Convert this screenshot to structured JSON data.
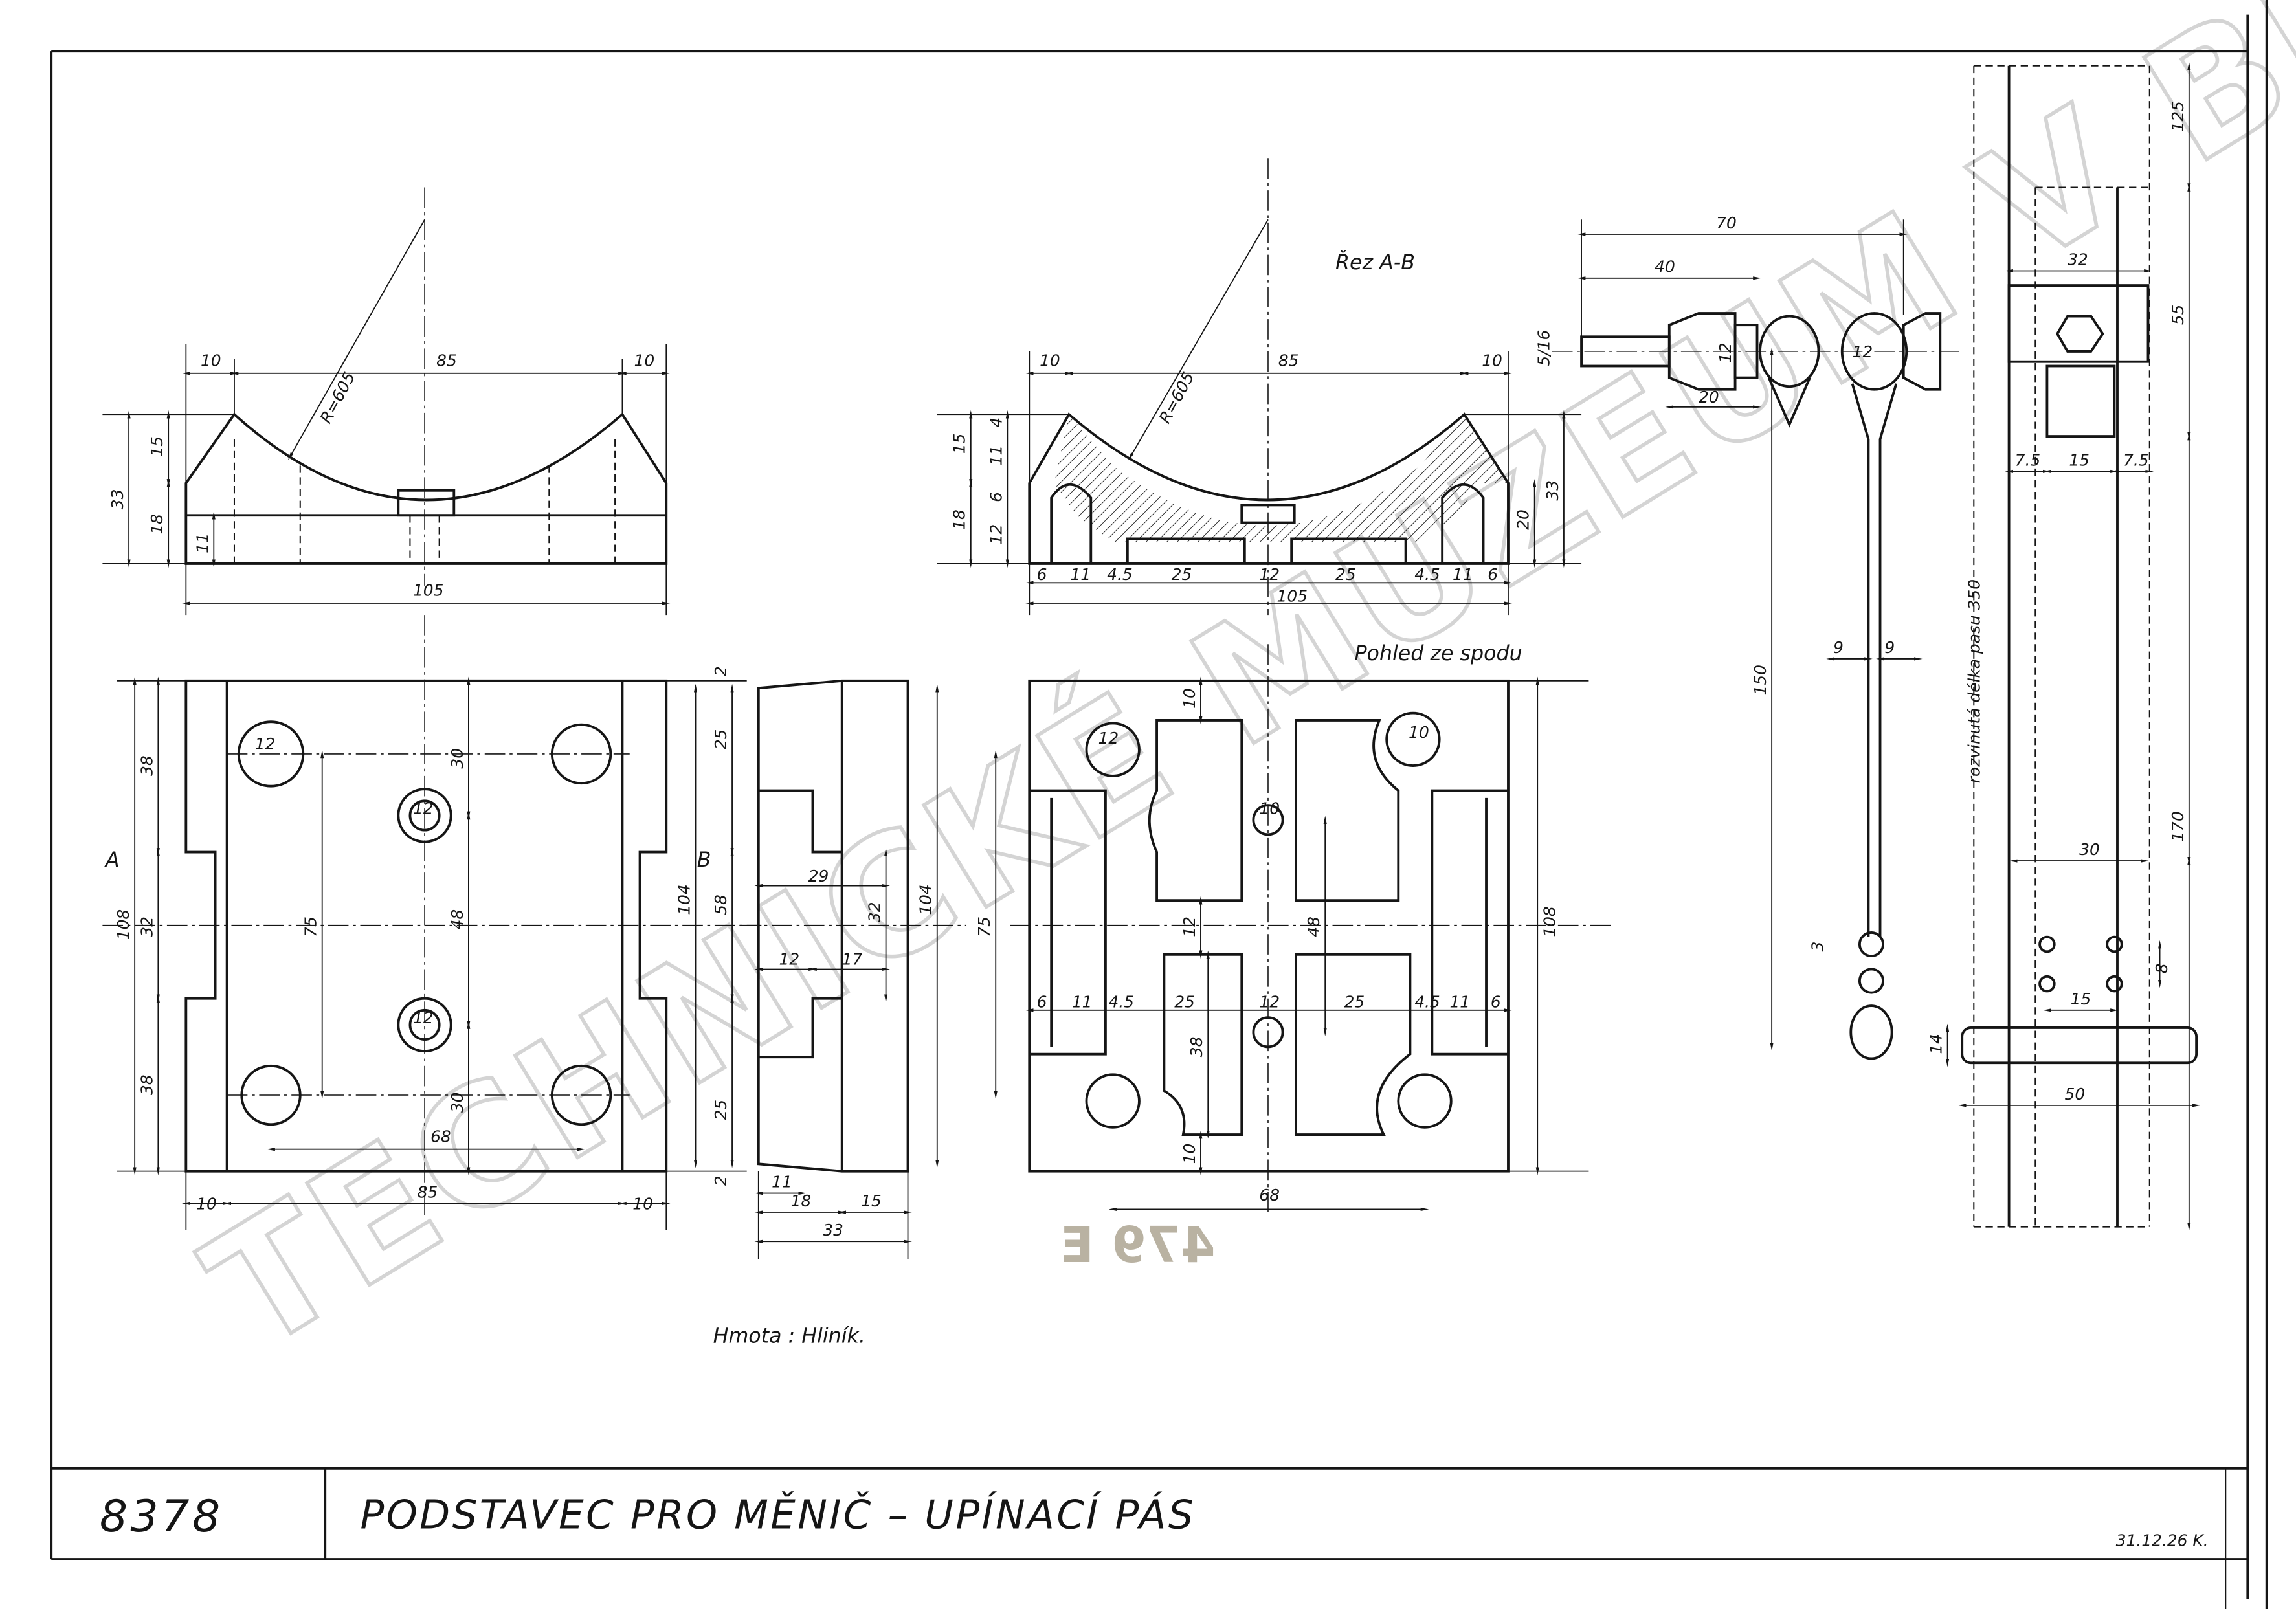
{
  "title_block": {
    "drawing_number": "8378",
    "title": "PODSTAVEC PRO MĚNIČ – UPÍNACÍ PÁS",
    "date_signature": "31.12.26 K."
  },
  "notes": {
    "material": "Hmota : Hliník.",
    "section_label": "Řez A-B",
    "bottom_view_label": "Pohled ze spodu",
    "strap_length_note": "rozvinutá délka pasu 350",
    "section_mark_a": "A",
    "section_mark_b": "B"
  },
  "watermark": "TECHNICKÉ MUZEUM V BRNĚ",
  "stamp": "479 E",
  "colors": {
    "ink": "#151515",
    "paper": "#ffffff",
    "watermark": "#d4d4d4"
  },
  "front_view": {
    "top": [
      "10",
      "85",
      "10"
    ],
    "radius": "R=605",
    "left": [
      "33",
      "15",
      "18",
      "11"
    ],
    "width": "105"
  },
  "plan_view": {
    "left": [
      "108",
      "38",
      "32",
      "38"
    ],
    "inner": [
      "75",
      "30",
      "48",
      "30",
      "68"
    ],
    "hole_dia": [
      "12",
      "12",
      "12"
    ],
    "bottom": [
      "10",
      "85",
      "10"
    ],
    "right": [
      "104",
      "2",
      "25",
      "58",
      "25",
      "2"
    ]
  },
  "side_view": {
    "labels": [
      "29",
      "32",
      "12",
      "17",
      "11",
      "18",
      "15",
      "33",
      "104"
    ]
  },
  "section_view": {
    "top": [
      "10",
      "85",
      "10"
    ],
    "radius": "R=605",
    "left": [
      "15",
      "18",
      "4",
      "11",
      "6",
      "12"
    ],
    "right": [
      "33",
      "20"
    ],
    "bottom": [
      "6",
      "11",
      "4.5",
      "25",
      "12",
      "25",
      "4.5",
      "11",
      "6"
    ],
    "width": "105"
  },
  "bottom_view": {
    "labels": [
      "10",
      "12",
      "10",
      "75",
      "48",
      "108",
      "38",
      "12",
      "10",
      "10"
    ],
    "row": [
      "6",
      "11",
      "4.5",
      "25",
      "12",
      "25",
      "4.5",
      "11",
      "6"
    ],
    "width": "68"
  },
  "strap_view": {
    "labels": [
      "70",
      "40",
      "20",
      "12",
      "5/16",
      "150",
      "9",
      "9",
      "3",
      "12"
    ]
  },
  "strap_side_view": {
    "labels": [
      "125",
      "32",
      "55",
      "7.5",
      "15",
      "7.5",
      "170",
      "30",
      "8",
      "15",
      "50",
      "14"
    ]
  }
}
